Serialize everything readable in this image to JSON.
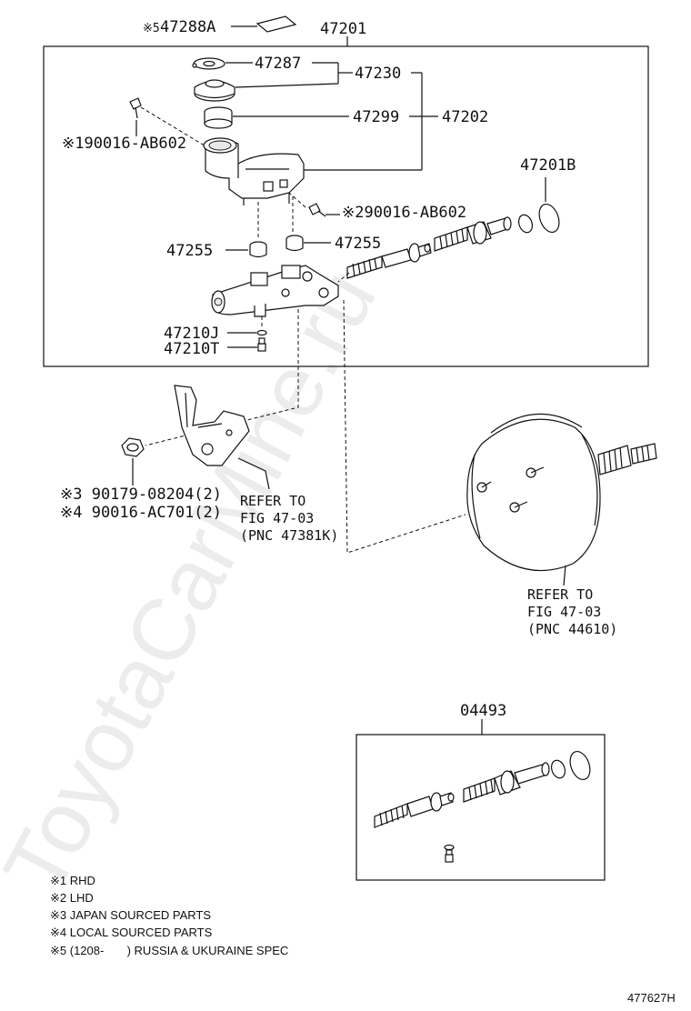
{
  "watermark": "ToyotaCarMine.ru",
  "parts": {
    "p47288A_mark": "※5",
    "p47288A": "47288A",
    "p47201": "47201",
    "p47287": "47287",
    "p47230": "47230",
    "p47299": "47299",
    "p47202": "47202",
    "p90016_AB602_rhd": "※190016-AB602",
    "p47201B": "47201B",
    "p90016_AB602_lhd": "※290016-AB602",
    "p47255_left": "47255",
    "p47255_right": "47255",
    "p47210J": "47210J",
    "p47210T": "47210T",
    "p90179": "※3 90179-08204(2)",
    "p90016_AC701": "※4 90016-AC701(2)",
    "p04493": "04493"
  },
  "refs": {
    "bracket": [
      "REFER TO",
      "FIG 47-03",
      "(PNC 47381K)"
    ],
    "booster": [
      "REFER TO",
      "FIG 47-03",
      "(PNC 44610)"
    ]
  },
  "notes": [
    "※1 RHD",
    "※2 LHD",
    "※3 JAPAN SOURCED PARTS",
    "※4 LOCAL SOURCED PARTS",
    "※5 (1208-       ) RUSSIA & UKURAINE SPEC"
  ],
  "figure_id": "477627H"
}
